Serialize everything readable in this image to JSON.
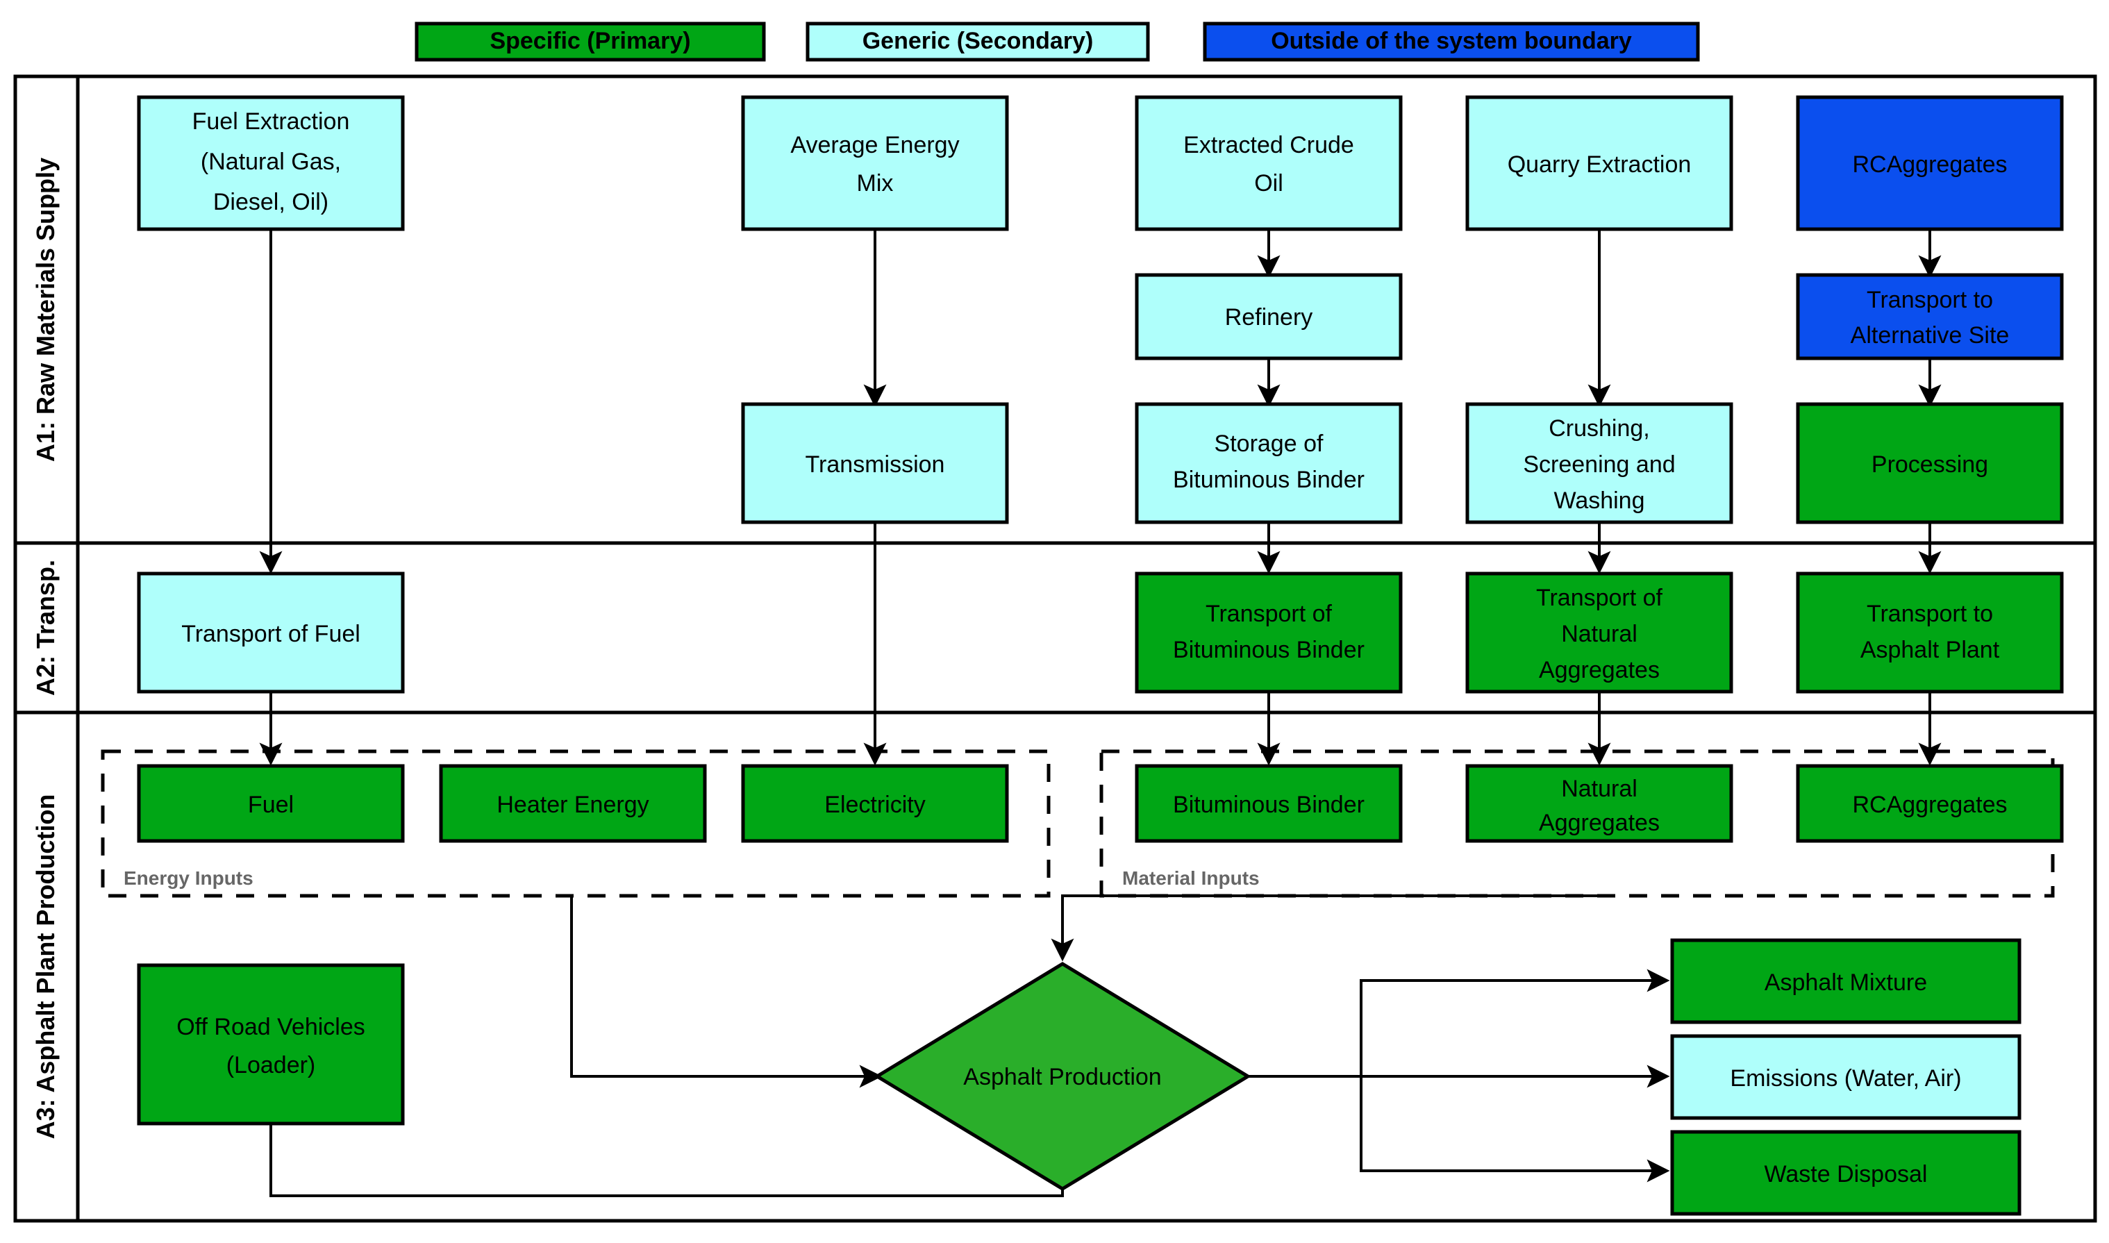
{
  "legend": {
    "items": [
      {
        "label": "Specific (Primary)",
        "color": "#00A615",
        "text_color": "#000000"
      },
      {
        "label": "Generic (Secondary)",
        "color": "#AFFFFB",
        "text_color": "#000000"
      },
      {
        "label": "Outside of the system boundary",
        "color": "#0B4FEE",
        "text_color": "#000000"
      }
    ]
  },
  "bands": [
    {
      "id": "a1",
      "label": "A1: Raw Materials Supply"
    },
    {
      "id": "a2",
      "label": "A2: Transp."
    },
    {
      "id": "a3",
      "label": "A3: Asphalt Plant Production"
    }
  ],
  "palette": {
    "specific_primary": "#00A615",
    "generic_secondary": "#AFFFFB",
    "outside_boundary": "#0B4FEE",
    "stroke": "#000000",
    "group_label": "#666666",
    "background": "#FFFFFF"
  },
  "groups": [
    {
      "id": "energy-inputs",
      "label": "Energy Inputs"
    },
    {
      "id": "material-inputs",
      "label": "Material Inputs"
    }
  ],
  "nodes": {
    "fuel_extraction": {
      "label": "Fuel Extraction\n(Natural Gas,\nDiesel, Oil)",
      "type": "generic"
    },
    "average_energy_mix": {
      "label": "Average Energy\nMix",
      "type": "generic"
    },
    "extracted_crude_oil": {
      "label": "Extracted Crude\nOil",
      "type": "generic"
    },
    "quarry_extraction": {
      "label": "Quarry Extraction",
      "type": "generic"
    },
    "rc_aggregates_source": {
      "label": "RCAggregates",
      "type": "outside"
    },
    "refinery": {
      "label": "Refinery",
      "type": "generic"
    },
    "transport_alternative_site": {
      "label": "Transport to\nAlternative Site",
      "type": "outside"
    },
    "transmission": {
      "label": "Transmission",
      "type": "generic"
    },
    "storage_bituminous_binder": {
      "label": "Storage of\nBituminous Binder",
      "type": "generic"
    },
    "crushing_screening_washing": {
      "label": "Crushing,\nScreening and\nWashing",
      "type": "generic"
    },
    "processing": {
      "label": "Processing",
      "type": "specific"
    },
    "transport_of_fuel": {
      "label": "Transport of Fuel",
      "type": "generic"
    },
    "transport_bituminous_binder": {
      "label": "Transport of\nBituminous Binder",
      "type": "specific"
    },
    "transport_natural_aggregates": {
      "label": "Transport of\nNatural\nAggregates",
      "type": "specific"
    },
    "transport_asphalt_plant": {
      "label": "Transport to\nAsphalt Plant",
      "type": "specific"
    },
    "fuel": {
      "label": "Fuel",
      "type": "specific"
    },
    "heater_energy": {
      "label": "Heater Energy",
      "type": "specific"
    },
    "electricity": {
      "label": "Electricity",
      "type": "specific"
    },
    "bituminous_binder": {
      "label": "Bituminous Binder",
      "type": "specific"
    },
    "natural_aggregates": {
      "label": "Natural\nAggregates",
      "type": "specific"
    },
    "rc_aggregates_input": {
      "label": "RCAggregates",
      "type": "specific"
    },
    "off_road_vehicles": {
      "label": "Off Road Vehicles\n(Loader)",
      "type": "specific"
    },
    "asphalt_production": {
      "label": "Asphalt Production",
      "type": "specific",
      "shape": "diamond"
    },
    "asphalt_mixture": {
      "label": "Asphalt Mixture",
      "type": "specific"
    },
    "emissions": {
      "label": "Emissions (Water, Air)",
      "type": "generic"
    },
    "waste_disposal": {
      "label": "Waste Disposal",
      "type": "specific"
    }
  },
  "edges": [
    {
      "from": "fuel_extraction",
      "to": "transport_of_fuel"
    },
    {
      "from": "average_energy_mix",
      "to": "transmission"
    },
    {
      "from": "extracted_crude_oil",
      "to": "refinery"
    },
    {
      "from": "refinery",
      "to": "storage_bituminous_binder"
    },
    {
      "from": "quarry_extraction",
      "to": "crushing_screening_washing"
    },
    {
      "from": "rc_aggregates_source",
      "to": "transport_alternative_site"
    },
    {
      "from": "transport_alternative_site",
      "to": "processing"
    },
    {
      "from": "storage_bituminous_binder",
      "to": "transport_bituminous_binder"
    },
    {
      "from": "crushing_screening_washing",
      "to": "transport_natural_aggregates"
    },
    {
      "from": "processing",
      "to": "transport_asphalt_plant"
    },
    {
      "from": "transport_of_fuel",
      "to": "fuel"
    },
    {
      "from": "transmission",
      "to": "electricity"
    },
    {
      "from": "transport_bituminous_binder",
      "to": "bituminous_binder"
    },
    {
      "from": "transport_natural_aggregates",
      "to": "natural_aggregates"
    },
    {
      "from": "transport_asphalt_plant",
      "to": "rc_aggregates_input"
    },
    {
      "from": "energy-inputs",
      "to": "asphalt_production"
    },
    {
      "from": "material-inputs",
      "to": "asphalt_production"
    },
    {
      "from": "off_road_vehicles",
      "to": "asphalt_production"
    },
    {
      "from": "asphalt_production",
      "to": "asphalt_mixture"
    },
    {
      "from": "asphalt_production",
      "to": "emissions"
    },
    {
      "from": "asphalt_production",
      "to": "waste_disposal"
    }
  ]
}
